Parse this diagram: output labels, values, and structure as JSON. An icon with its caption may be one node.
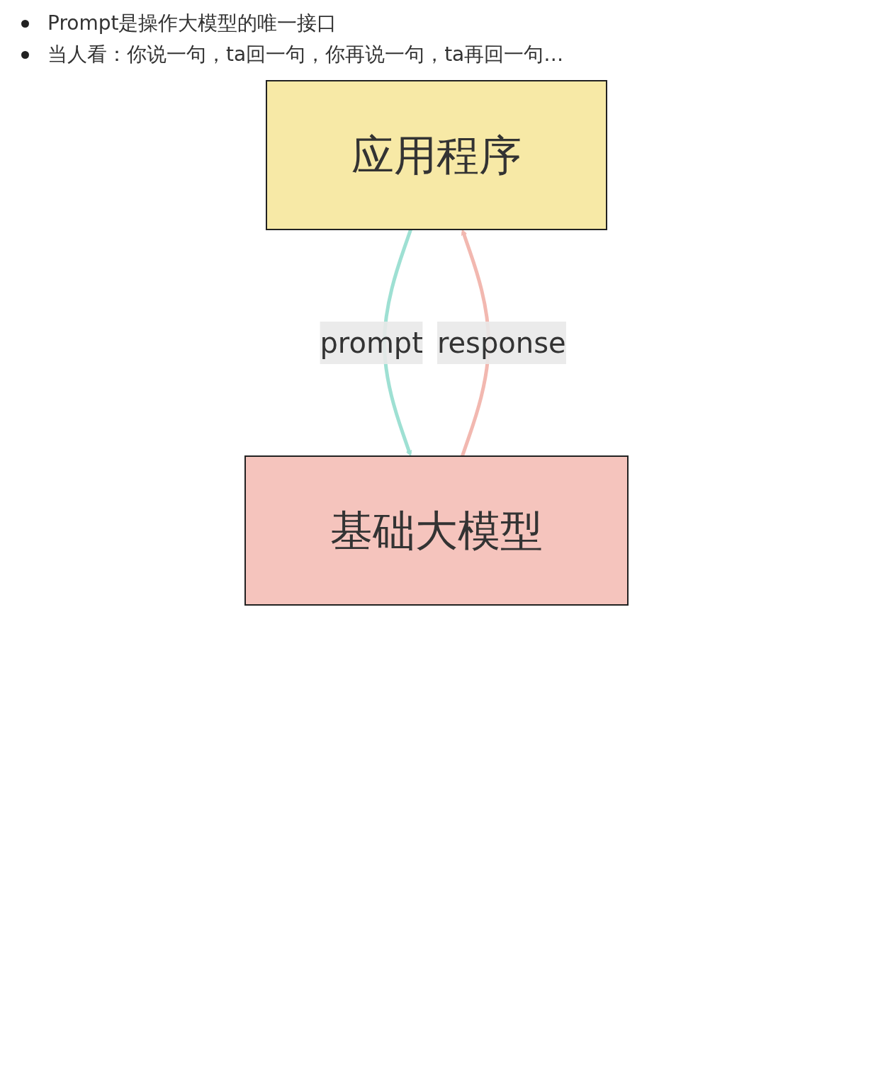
{
  "diagram": {
    "nodes": [
      {
        "text": [
          "应用程序"
        ]
      },
      {
        "text": [
          "基础大模型"
        ]
      }
    ],
    "edges": [
      {
        "from": 1,
        "to": 0,
        "arrow": "to",
        "label": "response",
        "color": "#f2b8b0"
      },
      {
        "from": 0,
        "to": 1,
        "arrow": "to",
        "label": "prompt",
        "color": "#9ee0d3"
      }
    ],
    "labels": [
      "Prompt是操作大模型的唯一接口",
      "当人看：你说一句，ta回一句，你再说一句，ta再回一句…"
    ]
  }
}
